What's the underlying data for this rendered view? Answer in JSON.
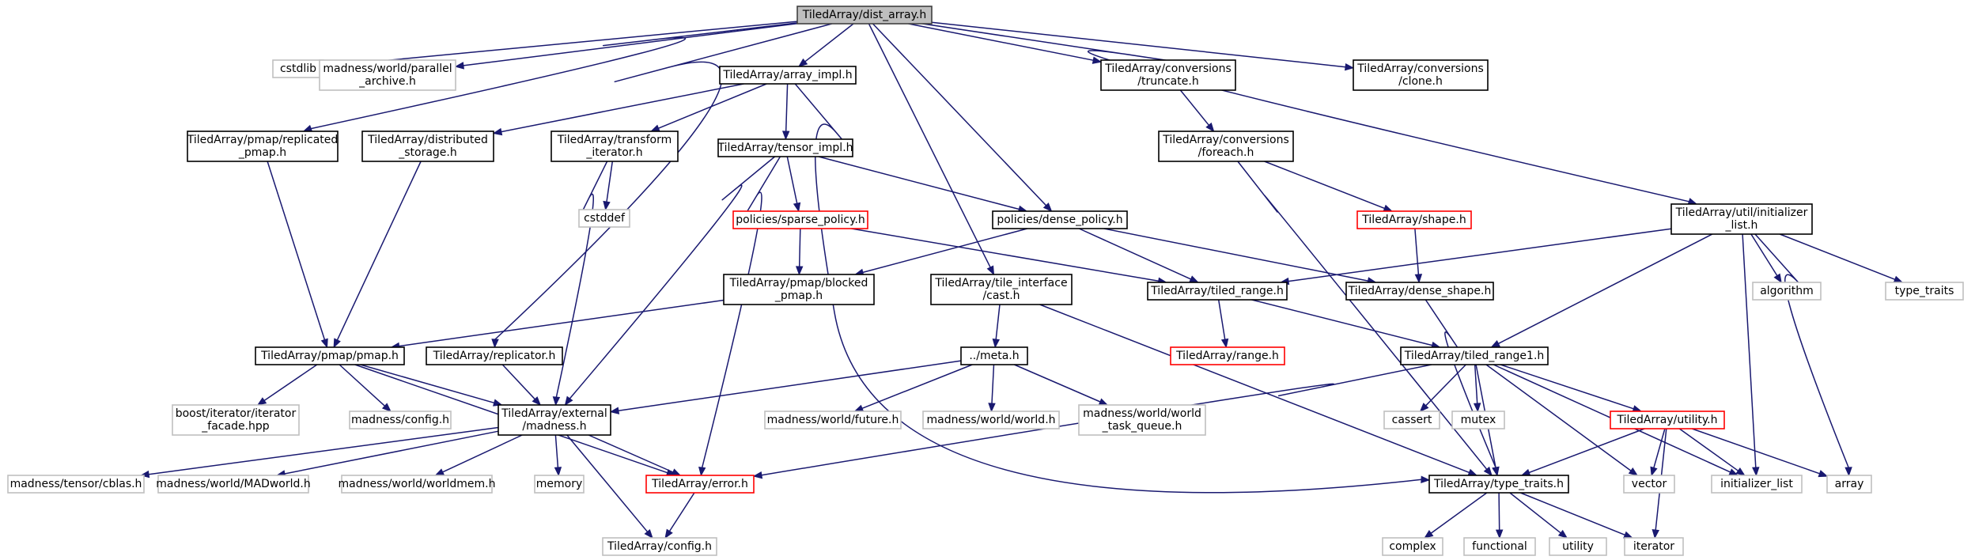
{
  "colors": {
    "edge": "#191970",
    "root_fill": "#bfbfbf",
    "normal_border": "#000000",
    "missing_border": "#ff0000",
    "external_border": "#bfbfbf"
  },
  "nodes": [
    {
      "id": "dist_array",
      "lines": [
        "TiledArray/dist_array.h"
      ],
      "kind": "root"
    },
    {
      "id": "cstdlib",
      "lines": [
        "cstdlib"
      ],
      "kind": "external"
    },
    {
      "id": "mw_parallel_archive",
      "lines": [
        "madness/world/parallel",
        "_archive.h"
      ],
      "kind": "external"
    },
    {
      "id": "array_impl",
      "lines": [
        "TiledArray/array_impl.h"
      ],
      "kind": "normal"
    },
    {
      "id": "conv_truncate",
      "lines": [
        "TiledArray/conversions",
        "/truncate.h"
      ],
      "kind": "normal"
    },
    {
      "id": "conv_clone",
      "lines": [
        "TiledArray/conversions",
        "/clone.h"
      ],
      "kind": "normal"
    },
    {
      "id": "pmap_replicated",
      "lines": [
        "TiledArray/pmap/replicated",
        "_pmap.h"
      ],
      "kind": "normal"
    },
    {
      "id": "distributed_storage",
      "lines": [
        "TiledArray/distributed",
        "_storage.h"
      ],
      "kind": "normal"
    },
    {
      "id": "transform_iterator",
      "lines": [
        "TiledArray/transform",
        "_iterator.h"
      ],
      "kind": "normal"
    },
    {
      "id": "tensor_impl",
      "lines": [
        "TiledArray/tensor_impl.h"
      ],
      "kind": "normal"
    },
    {
      "id": "conv_foreach",
      "lines": [
        "TiledArray/conversions",
        "/foreach.h"
      ],
      "kind": "normal"
    },
    {
      "id": "cstddef",
      "lines": [
        "cstddef"
      ],
      "kind": "external"
    },
    {
      "id": "sparse_policy",
      "lines": [
        "policies/sparse_policy.h"
      ],
      "kind": "missing"
    },
    {
      "id": "dense_policy",
      "lines": [
        "policies/dense_policy.h"
      ],
      "kind": "normal"
    },
    {
      "id": "shape",
      "lines": [
        "TiledArray/shape.h"
      ],
      "kind": "missing"
    },
    {
      "id": "initializer_list_h",
      "lines": [
        "TiledArray/util/initializer",
        "_list.h"
      ],
      "kind": "normal"
    },
    {
      "id": "blocked_pmap",
      "lines": [
        "TiledArray/pmap/blocked",
        "_pmap.h"
      ],
      "kind": "normal"
    },
    {
      "id": "tile_interface_cast",
      "lines": [
        "TiledArray/tile_interface",
        "/cast.h"
      ],
      "kind": "normal"
    },
    {
      "id": "tiled_range",
      "lines": [
        "TiledArray/tiled_range.h"
      ],
      "kind": "normal"
    },
    {
      "id": "dense_shape",
      "lines": [
        "TiledArray/dense_shape.h"
      ],
      "kind": "normal"
    },
    {
      "id": "algorithm",
      "lines": [
        "algorithm"
      ],
      "kind": "external"
    },
    {
      "id": "type_traits_std",
      "lines": [
        "type_traits"
      ],
      "kind": "external"
    },
    {
      "id": "pmap_pmap",
      "lines": [
        "TiledArray/pmap/pmap.h"
      ],
      "kind": "normal"
    },
    {
      "id": "replicator",
      "lines": [
        "TiledArray/replicator.h"
      ],
      "kind": "normal"
    },
    {
      "id": "meta",
      "lines": [
        "../meta.h"
      ],
      "kind": "normal"
    },
    {
      "id": "range",
      "lines": [
        "TiledArray/range.h"
      ],
      "kind": "missing"
    },
    {
      "id": "tiled_range1",
      "lines": [
        "TiledArray/tiled_range1.h"
      ],
      "kind": "normal"
    },
    {
      "id": "boost_iterator_facade",
      "lines": [
        "boost/iterator/iterator",
        "_facade.hpp"
      ],
      "kind": "external"
    },
    {
      "id": "madness_config",
      "lines": [
        "madness/config.h"
      ],
      "kind": "external"
    },
    {
      "id": "external_madness",
      "lines": [
        "TiledArray/external",
        "/madness.h"
      ],
      "kind": "normal"
    },
    {
      "id": "mw_future",
      "lines": [
        "madness/world/future.h"
      ],
      "kind": "external"
    },
    {
      "id": "mw_world",
      "lines": [
        "madness/world/world.h"
      ],
      "kind": "external"
    },
    {
      "id": "mw_world_task_queue",
      "lines": [
        "madness/world/world",
        "_task_queue.h"
      ],
      "kind": "external"
    },
    {
      "id": "cassert",
      "lines": [
        "cassert"
      ],
      "kind": "external"
    },
    {
      "id": "mutex",
      "lines": [
        "mutex"
      ],
      "kind": "external"
    },
    {
      "id": "utility_h",
      "lines": [
        "TiledArray/utility.h"
      ],
      "kind": "missing"
    },
    {
      "id": "mt_cblas",
      "lines": [
        "madness/tensor/cblas.h"
      ],
      "kind": "external"
    },
    {
      "id": "mw_madworld",
      "lines": [
        "madness/world/MADworld.h"
      ],
      "kind": "external"
    },
    {
      "id": "mw_worldmem",
      "lines": [
        "madness/world/worldmem.h"
      ],
      "kind": "external"
    },
    {
      "id": "memory",
      "lines": [
        "memory"
      ],
      "kind": "external"
    },
    {
      "id": "error_h",
      "lines": [
        "TiledArray/error.h"
      ],
      "kind": "missing"
    },
    {
      "id": "type_traits_h",
      "lines": [
        "TiledArray/type_traits.h"
      ],
      "kind": "normal"
    },
    {
      "id": "vector",
      "lines": [
        "vector"
      ],
      "kind": "external"
    },
    {
      "id": "initializer_list_std",
      "lines": [
        "initializer_list"
      ],
      "kind": "external"
    },
    {
      "id": "array_std",
      "lines": [
        "array"
      ],
      "kind": "external"
    },
    {
      "id": "ta_config",
      "lines": [
        "TiledArray/config.h"
      ],
      "kind": "external"
    },
    {
      "id": "complex",
      "lines": [
        "complex"
      ],
      "kind": "external"
    },
    {
      "id": "functional",
      "lines": [
        "functional"
      ],
      "kind": "external"
    },
    {
      "id": "utility_std",
      "lines": [
        "utility"
      ],
      "kind": "external"
    },
    {
      "id": "iterator",
      "lines": [
        "iterator"
      ],
      "kind": "external"
    }
  ]
}
